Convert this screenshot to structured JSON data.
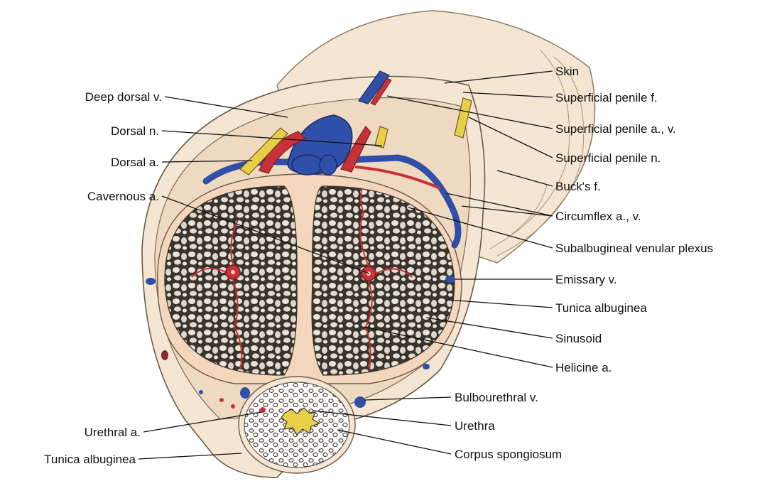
{
  "labels": {
    "skin": "Skin",
    "superficial_penile_f": "Superficial penile f.",
    "superficial_penile_av": "Superficial penile a., v.",
    "superficial_penile_n": "Superficial penile n.",
    "bucks_f": "Buck's f.",
    "circumflex_av": "Circumflex a., v.",
    "subalbugineal_plexus": "Subalbugineal venular plexus",
    "emissary_v": "Emissary v.",
    "tunica_albuginea_right": "Tunica albuginea",
    "sinusoid": "Sinusoid",
    "helicine_a": "Helicine a.",
    "bulbourethral_v": "Bulbourethral v.",
    "urethra": "Urethra",
    "corpus_spongiosum": "Corpus spongiosum",
    "deep_dorsal_v": "Deep dorsal v.",
    "dorsal_n": "Dorsal n.",
    "dorsal_a": "Dorsal a.",
    "cavernous_a": "Cavernous a.",
    "urethral_a": "Urethral a.",
    "tunica_albuginea_left": "Tunica albuginea"
  },
  "colors": {
    "artery": "#c8303a",
    "vein": "#2f4fa8",
    "nerve": "#e8cf4a",
    "tissue": "#f3d6bc",
    "skin": "#f4e6d3",
    "sinusoid_bg": "#3a342e"
  }
}
